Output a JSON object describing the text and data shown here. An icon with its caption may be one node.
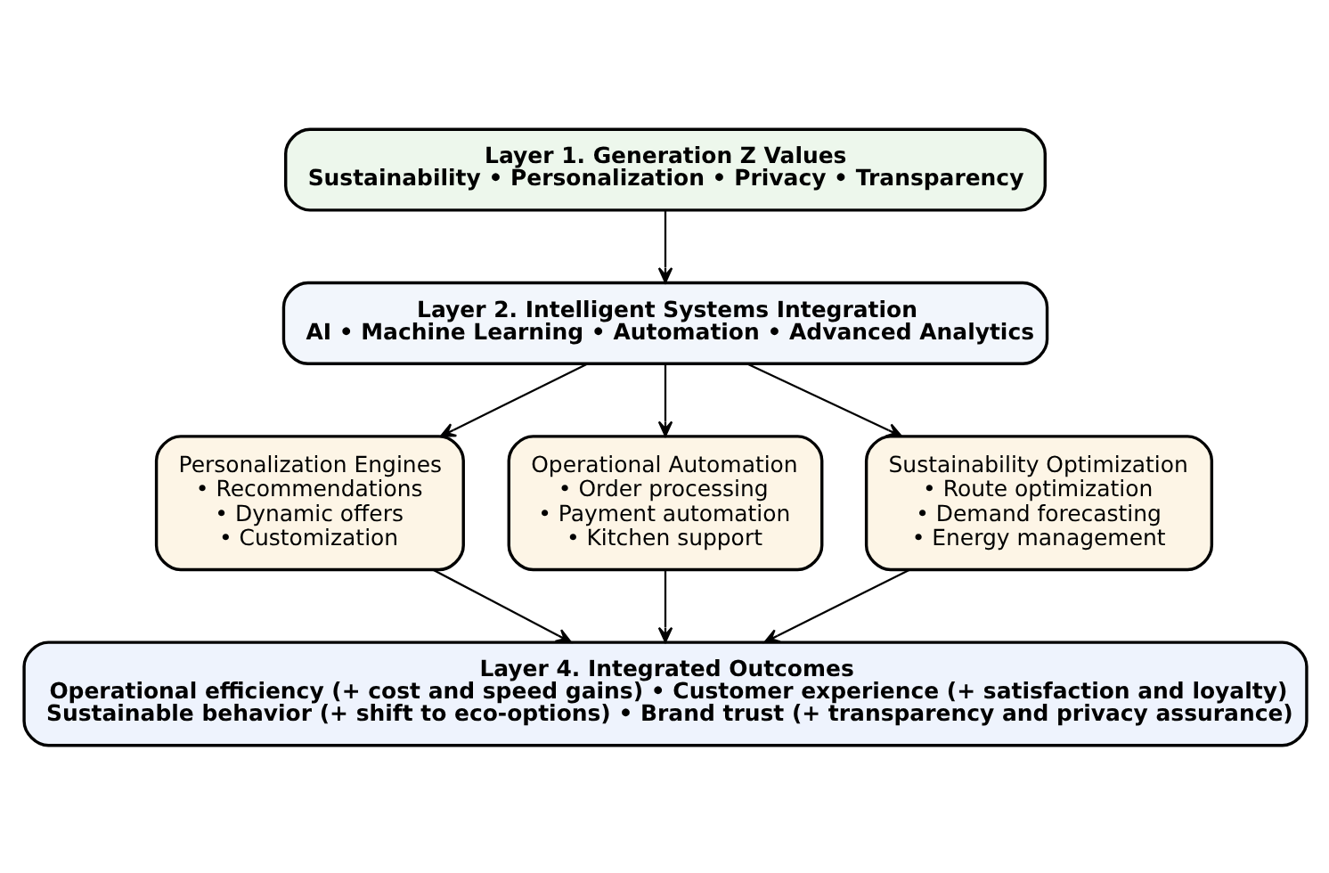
{
  "diagram": {
    "nodes": [
      {
        "text": [
          "Layer 1. Generation Z Values",
          "Sustainability • Personalization • Privacy • Transparency"
        ]
      },
      {
        "text": [
          "Layer 2. Intelligent Systems Integration",
          "AI • Machine Learning • Automation • Advanced Analytics"
        ]
      },
      {
        "text": [
          "Personalization Engines",
          "• Recommendations",
          "• Dynamic offers",
          "• Customization"
        ]
      },
      {
        "text": [
          "Operational Automation",
          "• Order processing",
          "• Payment automation",
          "• Kitchen support"
        ]
      },
      {
        "text": [
          "Sustainability Optimization",
          "• Route optimization",
          "• Demand forecasting",
          "• Energy management"
        ]
      },
      {
        "text": [
          "Layer 4. Integrated Outcomes",
          "Operational efficiency (+ cost and speed gains) • Customer experience (+ satisfaction and loyalty)",
          "Sustainable behavior (+ shift to eco-options) • Brand trust (+ transparency and privacy assurance)"
        ]
      }
    ],
    "edges": [
      {
        "from": 0,
        "to": 1,
        "arrow": "to"
      },
      {
        "from": 1,
        "to": 2,
        "arrow": "to"
      },
      {
        "from": 1,
        "to": 3,
        "arrow": "to"
      },
      {
        "from": 1,
        "to": 4,
        "arrow": "to"
      },
      {
        "from": 2,
        "to": 5,
        "arrow": "to"
      },
      {
        "from": 3,
        "to": 5,
        "arrow": "to"
      },
      {
        "from": 4,
        "to": 5,
        "arrow": "to"
      }
    ]
  }
}
